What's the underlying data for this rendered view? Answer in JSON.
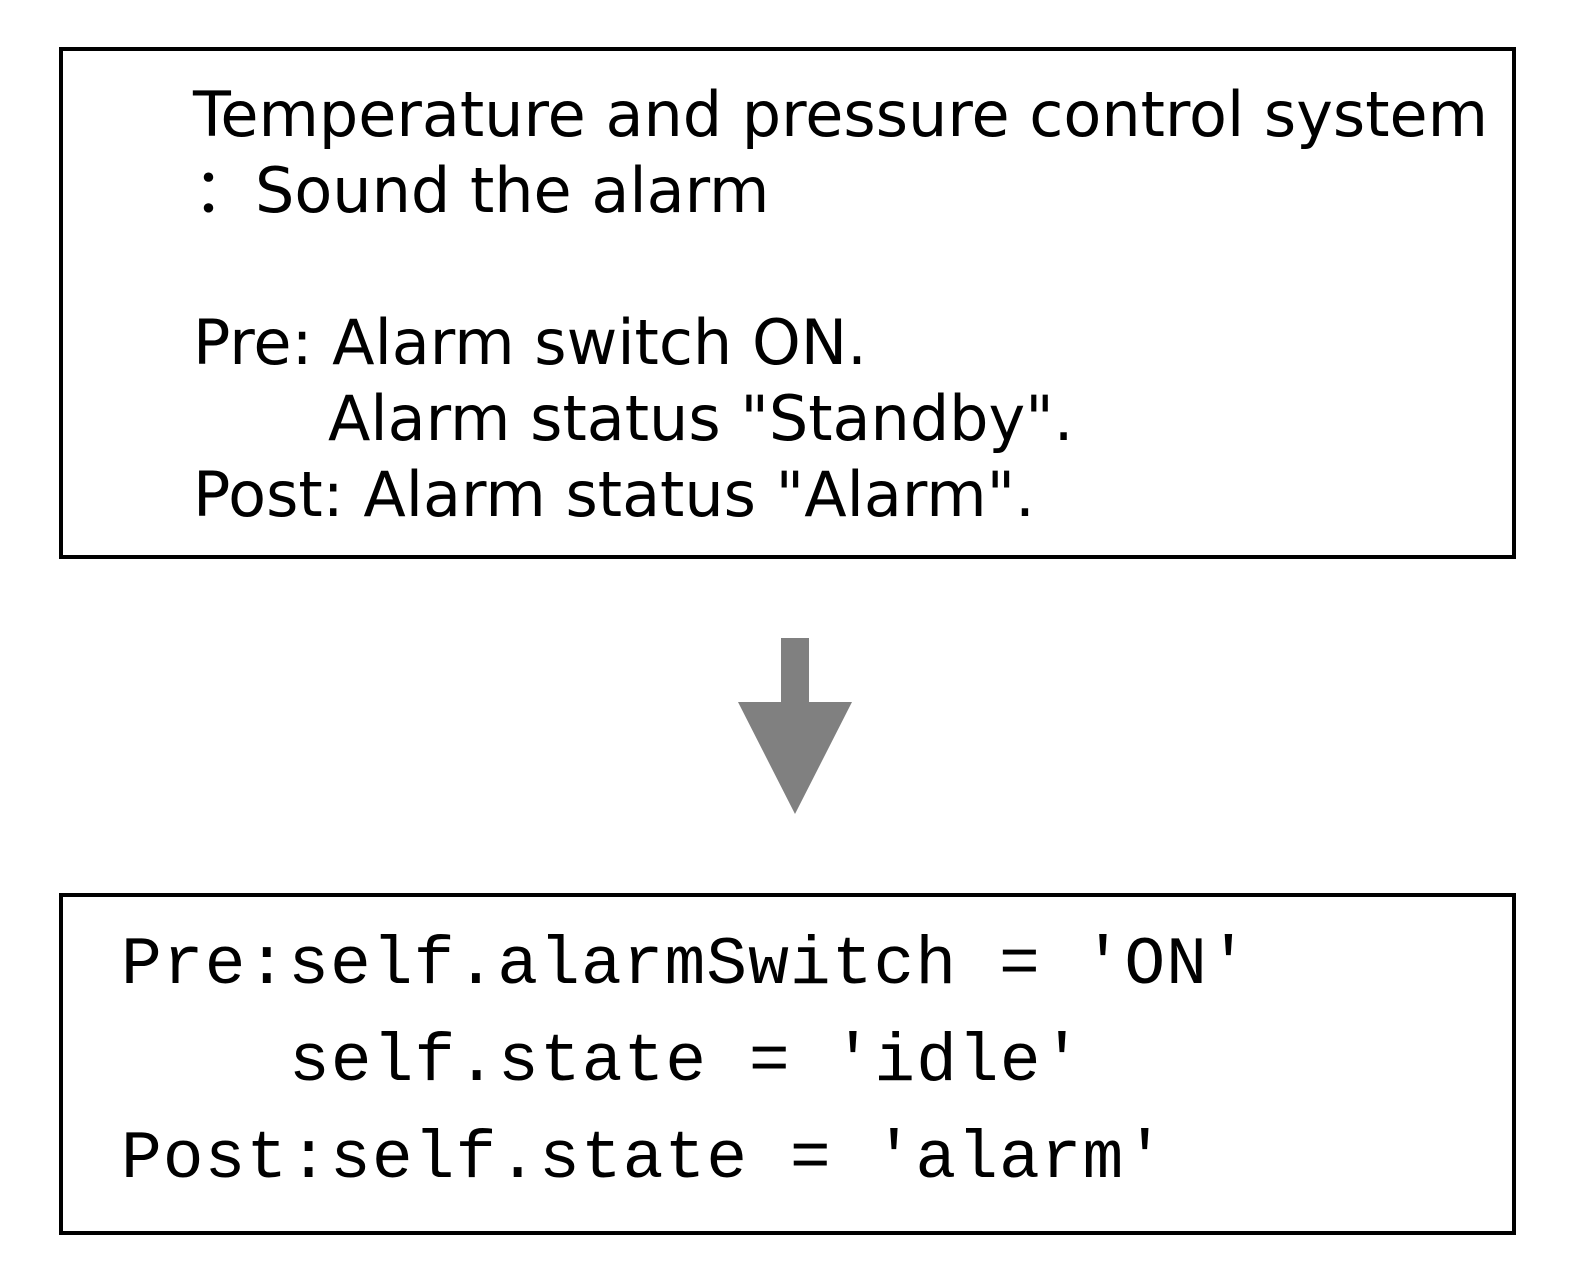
{
  "spec": {
    "title_line1": "Temperature and pressure control system",
    "title_line2": "：Sound the alarm",
    "pre_line1": "Pre: Alarm switch ON.",
    "pre_line2": "Alarm status \"Standby\".",
    "post_line": "Post: Alarm status \"Alarm\"."
  },
  "code": {
    "pre_line1": "Pre:self.alarmSwitch = 'ON'",
    "pre_line2": "self.state = 'idle'",
    "post_line": "Post:self.state = 'alarm'"
  },
  "colors": {
    "arrow": "#808080",
    "border": "#000000",
    "text": "#000000"
  },
  "icons": {
    "arrow": "arrow-down-icon"
  }
}
